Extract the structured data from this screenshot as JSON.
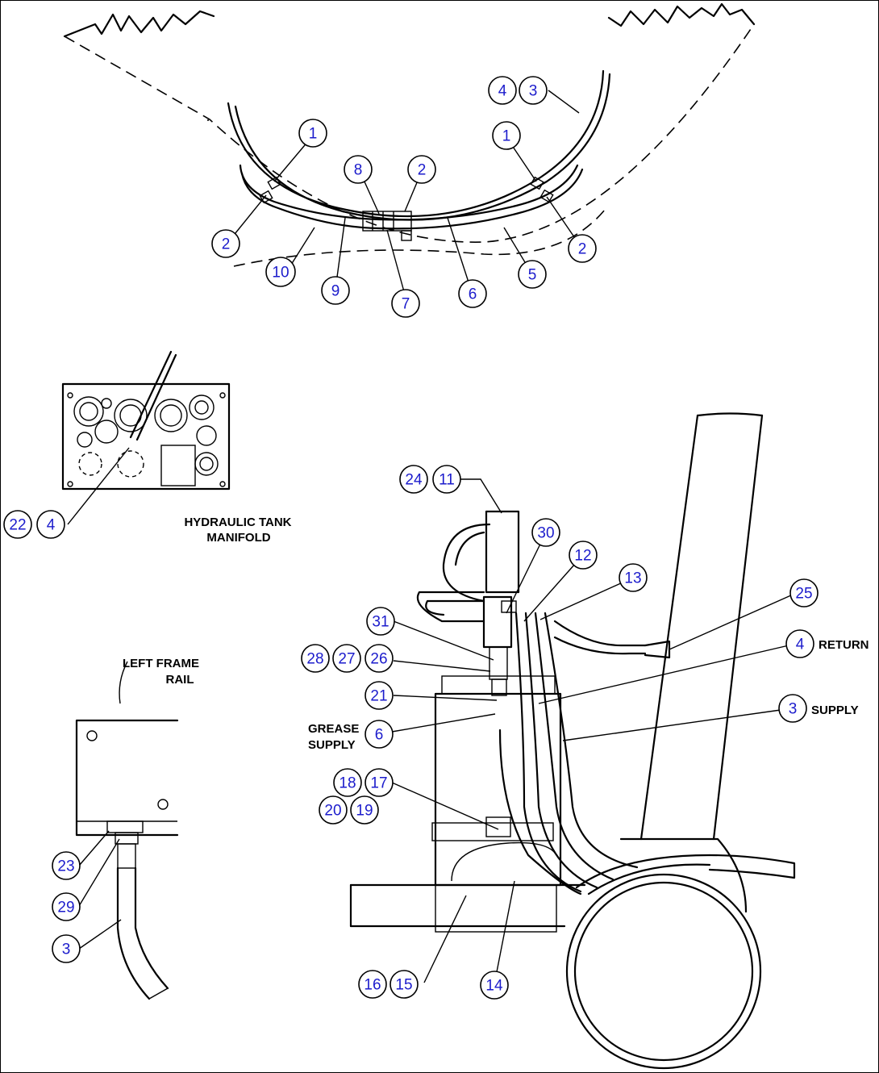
{
  "callouts": [
    {
      "id": "c-1a",
      "num": "1"
    },
    {
      "id": "c-1b",
      "num": "1"
    },
    {
      "id": "c-2a",
      "num": "2"
    },
    {
      "id": "c-2b",
      "num": "2"
    },
    {
      "id": "c-2c",
      "num": "2"
    },
    {
      "id": "c-3a",
      "num": "3"
    },
    {
      "id": "c-4a",
      "num": "4"
    },
    {
      "id": "c-5",
      "num": "5"
    },
    {
      "id": "c-6a",
      "num": "6"
    },
    {
      "id": "c-7",
      "num": "7"
    },
    {
      "id": "c-8",
      "num": "8"
    },
    {
      "id": "c-9",
      "num": "9"
    },
    {
      "id": "c-10",
      "num": "10"
    },
    {
      "id": "c-22",
      "num": "22"
    },
    {
      "id": "c-4b",
      "num": "4"
    },
    {
      "id": "c-24",
      "num": "24"
    },
    {
      "id": "c-11",
      "num": "11"
    },
    {
      "id": "c-30",
      "num": "30"
    },
    {
      "id": "c-12",
      "num": "12"
    },
    {
      "id": "c-13",
      "num": "13"
    },
    {
      "id": "c-25",
      "num": "25"
    },
    {
      "id": "c-31",
      "num": "31"
    },
    {
      "id": "c-4c",
      "num": "4"
    },
    {
      "id": "c-28",
      "num": "28"
    },
    {
      "id": "c-27",
      "num": "27"
    },
    {
      "id": "c-26",
      "num": "26"
    },
    {
      "id": "c-21",
      "num": "21"
    },
    {
      "id": "c-3b",
      "num": "3"
    },
    {
      "id": "c-6b",
      "num": "6"
    },
    {
      "id": "c-18",
      "num": "18"
    },
    {
      "id": "c-17",
      "num": "17"
    },
    {
      "id": "c-20",
      "num": "20"
    },
    {
      "id": "c-19",
      "num": "19"
    },
    {
      "id": "c-23",
      "num": "23"
    },
    {
      "id": "c-29",
      "num": "29"
    },
    {
      "id": "c-3c",
      "num": "3"
    },
    {
      "id": "c-16",
      "num": "16"
    },
    {
      "id": "c-15",
      "num": "15"
    },
    {
      "id": "c-14",
      "num": "14"
    }
  ],
  "labels": {
    "tank_manifold_1": "HYDRAULIC TANK",
    "tank_manifold_2": "MANIFOLD",
    "frame_rail_1": "LEFT FRAME",
    "frame_rail_2": "RAIL",
    "grease_supply_1": "GREASE",
    "grease_supply_2": "SUPPLY",
    "return": "RETURN",
    "supply": "SUPPLY"
  },
  "colors": {
    "callout_text": "#1c1ccc",
    "line": "#000000",
    "background": "#ffffff"
  }
}
